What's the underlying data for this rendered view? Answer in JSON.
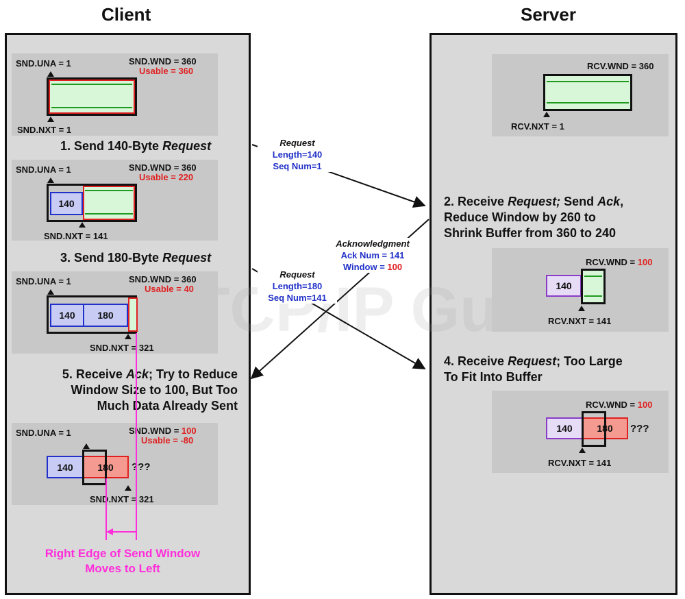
{
  "headings": {
    "client": "Client",
    "server": "Server"
  },
  "watermark": "The TCP/IP Guide",
  "client": {
    "box1": {
      "una": "SND.UNA = 1",
      "wnd": "SND.WND = 360",
      "usable": "Usable = 360",
      "nxt": "SND.NXT = 1"
    },
    "step1": {
      "prefix": "1. Send 140-Byte ",
      "emph": "Request"
    },
    "box2": {
      "una": "SND.UNA = 1",
      "wnd": "SND.WND = 360",
      "usable": "Usable = 220",
      "nxt": "SND.NXT = 141",
      "seg1": "140"
    },
    "step3": {
      "prefix": "3. Send 180-Byte ",
      "emph": "Request"
    },
    "box3": {
      "una": "SND.UNA = 1",
      "wnd": "SND.WND = 360",
      "usable": "Usable = 40",
      "nxt": "SND.NXT = 321",
      "seg1": "140",
      "seg2": "180"
    },
    "step5": {
      "l1_prefix": "5. Receive ",
      "l1_emph": "Ack",
      "l1_suffix": "; Try to Reduce",
      "l2": "Window Size to 100, But Too",
      "l3": "Much Data Already Sent"
    },
    "box4": {
      "una": "SND.UNA = 1",
      "wnd_prefix": "SND.WND = ",
      "wnd_value": "100",
      "usable": "Usable = -80",
      "nxt": "SND.NXT = 321",
      "seg1": "140",
      "seg2": "180",
      "qmark": "???"
    },
    "caption": {
      "l1": "Right Edge of Send Window",
      "l2": "Moves to Left"
    }
  },
  "server": {
    "box1": {
      "wnd": "RCV.WND = 360",
      "nxt": "RCV.NXT = 1"
    },
    "step2": {
      "l1_prefix": "2. Receive ",
      "l1_emph": "Request;",
      "l1_mid": " Send ",
      "l1_emph2": "Ack",
      "l1_suffix": ",",
      "l2": "Reduce Window by 260 to",
      "l3": "Shrink Buffer from 360 to 240"
    },
    "box2": {
      "wnd_prefix": "RCV.WND = ",
      "wnd_value": "100",
      "nxt": "RCV.NXT = 141",
      "seg1": "140"
    },
    "step4": {
      "l1_prefix": "4. Receive ",
      "l1_emph": "Request",
      "l1_suffix": "; Too Large",
      "l2": "To Fit Into Buffer"
    },
    "box3": {
      "wnd_prefix": "RCV.WND = ",
      "wnd_value": "100",
      "nxt": "RCV.NXT = 141",
      "seg1": "140",
      "seg2": "180",
      "qmark": "???"
    }
  },
  "messages": {
    "req1": {
      "title": "Request",
      "l1": "Length=140",
      "l2": "Seq Num=1"
    },
    "ack": {
      "title": "Acknowledgment",
      "l1": "Ack Num = 141",
      "l2_prefix": "Window = ",
      "l2_value": "100"
    },
    "req2": {
      "title": "Request",
      "l1": "Length=180",
      "l2": "Seq Num=141"
    }
  },
  "colors": {
    "red": "#e02020",
    "blue": "#2030c8",
    "green": "#1f9a1f",
    "magenta": "#ff2ddb"
  }
}
